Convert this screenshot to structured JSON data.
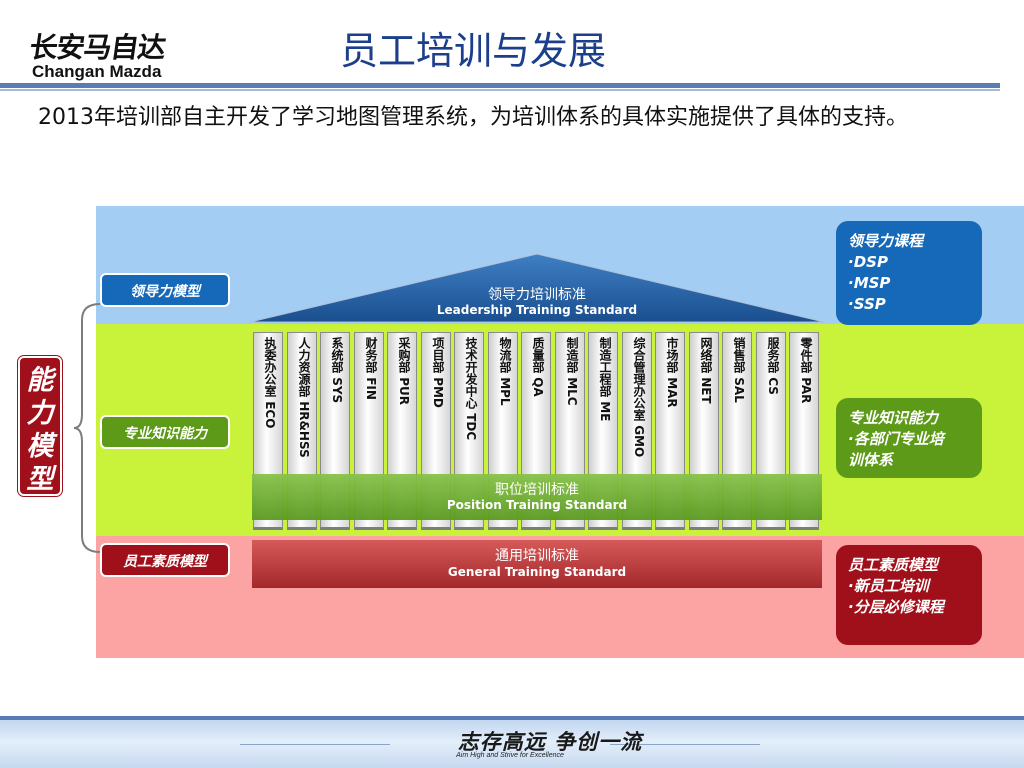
{
  "header": {
    "logo_cn": "长安马自达",
    "logo_en": "Changan Mazda",
    "title": "员工培训与发展"
  },
  "intro": "2013年培训部自主开发了学习地图管理系统，为培训体系的具体实施提供了具体的支持。",
  "model": {
    "label_chars": [
      "能",
      "力",
      "模",
      "型"
    ],
    "tags": {
      "leadership": "领导力模型",
      "professional": "专业知识能力",
      "staff": "员工素质模型"
    }
  },
  "standards": {
    "leadership_cn": "领导力培训标准",
    "leadership_en": "Leadership Training Standard",
    "position_cn": "职位培训标准",
    "position_en": "Position Training Standard",
    "general_cn": "通用培训标准",
    "general_en": "General Training Standard"
  },
  "departments": [
    {
      "cn": "执委办公室",
      "code": "ECO"
    },
    {
      "cn": "人力资源部",
      "code": "HR&HSS"
    },
    {
      "cn": "系统部",
      "code": "SYS"
    },
    {
      "cn": "财务部",
      "code": "FIN"
    },
    {
      "cn": "采购部",
      "code": "PUR"
    },
    {
      "cn": "项目部",
      "code": "PMD"
    },
    {
      "cn": "技术开发中心",
      "code": "TDC"
    },
    {
      "cn": "物流部",
      "code": "MPL"
    },
    {
      "cn": "质量部",
      "code": "QA"
    },
    {
      "cn": "制造部",
      "code": "MLC"
    },
    {
      "cn": "制造工程部",
      "code": "ME"
    },
    {
      "cn": "综合管理办公室",
      "code": "GMO"
    },
    {
      "cn": "市场部",
      "code": "MAR"
    },
    {
      "cn": "网络部",
      "code": "NET"
    },
    {
      "cn": "销售部",
      "code": "SAL"
    },
    {
      "cn": "服务部",
      "code": "CS"
    },
    {
      "cn": "零件部",
      "code": "PAR"
    }
  ],
  "right_boxes": {
    "leadership": {
      "title": "领导力课程",
      "items": [
        "·DSP",
        "·MSP",
        "·SSP"
      ]
    },
    "professional": {
      "title": "专业知识能力",
      "items": [
        "·各部门专业培",
        "训体系"
      ]
    },
    "staff": {
      "title": "员工素质模型",
      "items": [
        "·新员工培训",
        "·分层必修课程"
      ]
    }
  },
  "footer": {
    "slogan": "志存高远  争创一流",
    "sub": "Aim High and Strive for Excellence"
  }
}
